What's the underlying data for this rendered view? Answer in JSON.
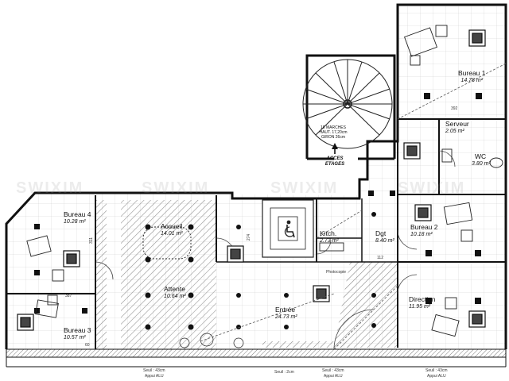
{
  "plan": {
    "watermark": "SWIXIM",
    "stair": {
      "note_lines": [
        "18 MARCHES",
        "HAUT. 17,20cm",
        "GIRON 26cm"
      ],
      "access_lines": [
        "ACCES",
        "ETAGES"
      ]
    },
    "rooms": [
      {
        "name": "Bureau 1",
        "area": "14.78 m²"
      },
      {
        "name": "Serveur",
        "area": "2.05 m²"
      },
      {
        "name": "WC",
        "area": "3.80 m²"
      },
      {
        "name": "Bureau 4",
        "area": "10.28 m²"
      },
      {
        "name": "Accueil",
        "area": "14.01 m²"
      },
      {
        "name": "Attente",
        "area": "10.64 m²"
      },
      {
        "name": "Bureau 3",
        "area": "10.57 m²"
      },
      {
        "name": "Kitch.",
        "area": "2.73 m²"
      },
      {
        "name": "Dgt",
        "area": "8.40 m²"
      },
      {
        "name": "Bureau 2",
        "area": "10.18 m²"
      },
      {
        "name": "Entrée",
        "area": "24.73 m²"
      },
      {
        "name": "Direction",
        "area": "11.95 m²"
      }
    ],
    "dimensions": [
      "392",
      "387",
      "311",
      "274",
      "112",
      "60"
    ],
    "annotations": [
      "Photocopie"
    ],
    "thresholds": [
      "Seuil : 43cm",
      "Seuil : 2cm",
      "Seuil : 43cm",
      "Seuil : 43cm"
    ],
    "sills": [
      "Appui ALU",
      "Appui ALU",
      "Appui ALU"
    ]
  }
}
